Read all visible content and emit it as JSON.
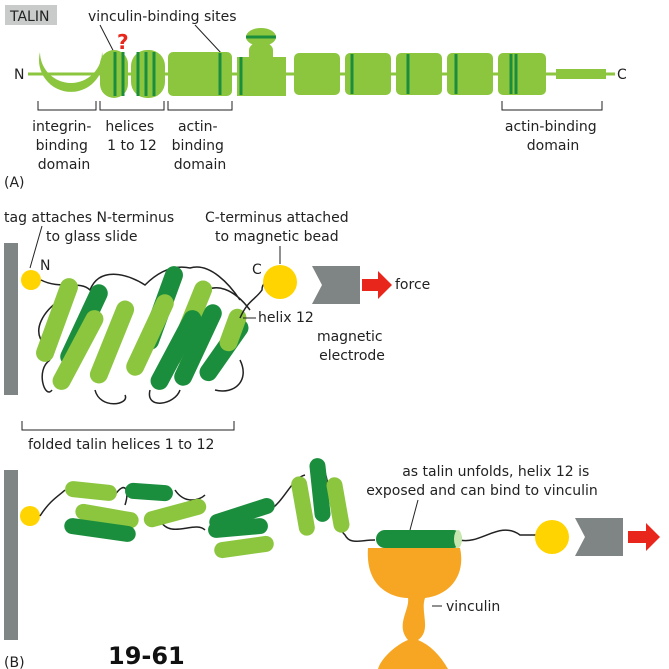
{
  "panel_a": {
    "title": "TALIN",
    "sites_label": "vinculin-binding sites",
    "question_mark": "?",
    "n_label": "N",
    "c_label": "C",
    "domains": {
      "integrin": [
        "integrin-",
        "binding",
        "domain"
      ],
      "helices": [
        "helices",
        "1 to 12"
      ],
      "actin_left": [
        "actin-",
        "binding",
        "domain"
      ],
      "actin_right": [
        "actin-binding",
        "domain"
      ]
    },
    "panel_label": "(A)"
  },
  "panel_b": {
    "tag_label": [
      "tag attaches N-terminus",
      "to glass slide"
    ],
    "c_terminus_label": [
      "C-terminus attached",
      "to magnetic bead"
    ],
    "n_label": "N",
    "c_label": "C",
    "force_label": "force",
    "helix12_label": "helix 12",
    "electrode_label": [
      "magnetic",
      "electrode"
    ],
    "folded_label": "folded talin helices 1 to 12",
    "unfold_label": [
      "as talin unfolds, helix 12 is",
      "exposed and can bind to vinculin"
    ],
    "vinculin_label": "vinculin",
    "panel_label": "(B)"
  },
  "figure_number": "19-61",
  "colors": {
    "light_green": "#8cc63f",
    "dark_green": "#1b8e3e",
    "grey": "#7f8584",
    "yellow": "#ffd400",
    "orange": "#f6a623",
    "red": "#e8261c"
  }
}
